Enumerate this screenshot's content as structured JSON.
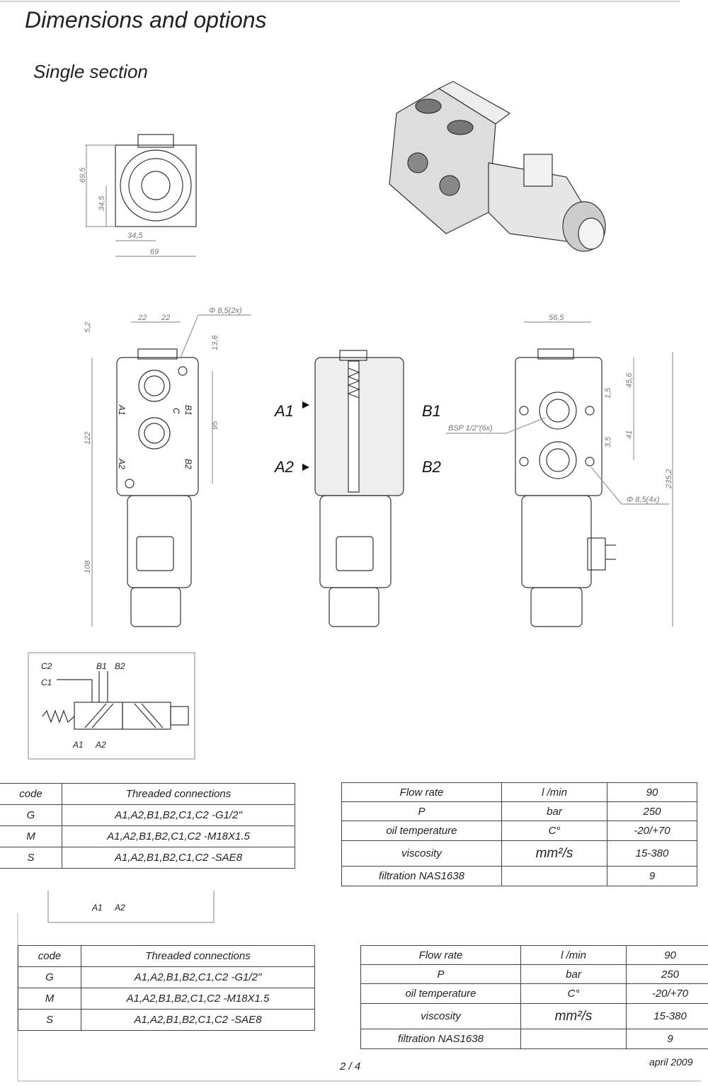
{
  "header": {
    "title": "Dimensions and options",
    "subtitle": "Single section"
  },
  "top_view": {
    "dims": [
      "69,5",
      "34,5",
      "34,5",
      "69"
    ]
  },
  "front_view": {
    "dims": [
      "5,2",
      "22",
      "22",
      "Φ 8,5(2x)",
      "13,6",
      "122",
      "95",
      "108"
    ],
    "ports": [
      "A1",
      "A2",
      "B1",
      "C",
      "B2"
    ]
  },
  "section_view": {
    "ports": [
      "A1",
      "B1",
      "A2",
      "B2"
    ]
  },
  "side_view": {
    "dims": [
      "56,5",
      "BSP 1/2\"(6x)",
      "1,5",
      "45,6",
      "3,5",
      "41",
      "235,2",
      "Φ 8,5(4x)"
    ]
  },
  "schematic": {
    "labels": [
      "C2",
      "B1",
      "B2",
      "C1",
      "A1",
      "A2"
    ]
  },
  "schematic_fragment": {
    "labels": [
      "A1",
      "A2"
    ]
  },
  "connections_table": {
    "headers": [
      "code",
      "Threaded connections"
    ],
    "rows": [
      [
        "G",
        "A1,A2,B1,B2,C1,C2 -G1/2\""
      ],
      [
        "M",
        "A1,A2,B1,B2,C1,C2 -M18X1.5"
      ],
      [
        "S",
        "A1,A2,B1,B2,C1,C2 -SAE8"
      ]
    ]
  },
  "specs_table": {
    "rows": [
      [
        "Flow rate",
        "l /min",
        "90"
      ],
      [
        "P",
        "bar",
        "250"
      ],
      [
        "oil temperature",
        "C°",
        "-20/+70"
      ],
      [
        "viscosity",
        "mm²/s",
        "15-380"
      ],
      [
        "filtration  NAS1638",
        "",
        "9"
      ]
    ]
  },
  "footer": {
    "page": "2 / 4",
    "date": "april  2009"
  }
}
